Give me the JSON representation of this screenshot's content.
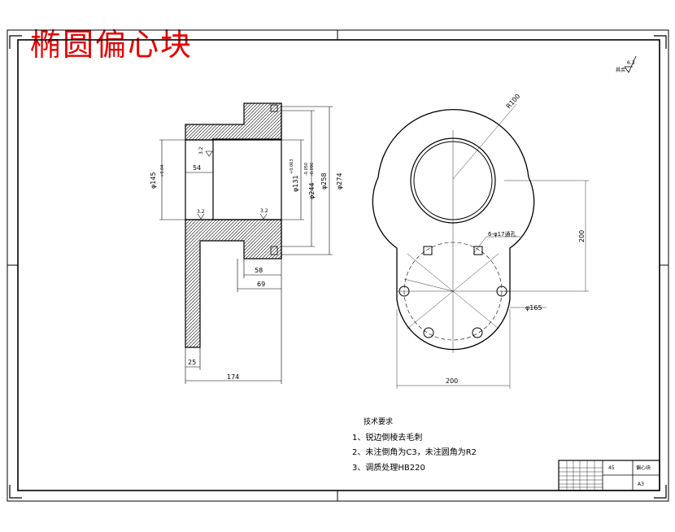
{
  "title": "椭圆偏心块",
  "roughness": {
    "other_label": "其余",
    "value": "6.3"
  },
  "section_view": {
    "dims": {
      "d145": "φ145",
      "d145_tol": "+0.04",
      "d145_tol2": "0",
      "d131": "φ131",
      "d131_tol": "+0.063",
      "d244": "φ244",
      "d244_tol": "-0.050",
      "d244_tol2": "-0.096",
      "d258": "φ258",
      "d274": "φ274",
      "len54": "54",
      "len58": "58",
      "len69": "69",
      "len25": "25",
      "len174": "174"
    },
    "roughness_marks": [
      "3.2",
      "3.2",
      "3.2"
    ]
  },
  "front_view": {
    "dims": {
      "r100": "R100",
      "holes": "6-φ17通孔",
      "v200": "200",
      "h200": "200",
      "pcd": "φ165"
    }
  },
  "tech_requirements": {
    "heading": "技术要求",
    "items": [
      "1、锐边倒棱去毛刺",
      "2、未注倒角为C3，未注圆角为R2",
      "3、调质处理HB220"
    ]
  },
  "title_block": {
    "drawing_name": "偏心块",
    "scale": "A3",
    "material": "45"
  }
}
